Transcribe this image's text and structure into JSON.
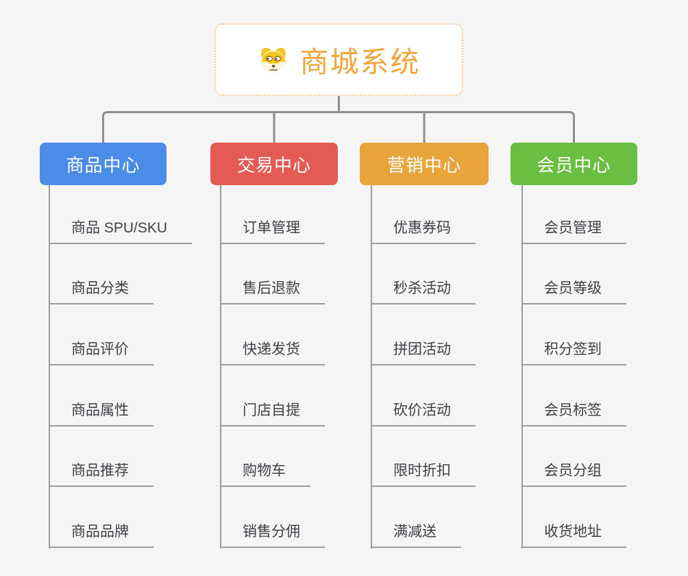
{
  "root": {
    "title": "商城系统",
    "icon": "dog-face-icon"
  },
  "branches": [
    {
      "label": "商品中心",
      "color": "#4a8ce8",
      "items": [
        "商品 SPU/SKU",
        "商品分类",
        "商品评价",
        "商品属性",
        "商品推荐",
        "商品品牌"
      ]
    },
    {
      "label": "交易中心",
      "color": "#e45b55",
      "items": [
        "订单管理",
        "售后退款",
        "快递发货",
        "门店自提",
        "购物车",
        "销售分佣"
      ]
    },
    {
      "label": "营销中心",
      "color": "#e9a43c",
      "items": [
        "优惠券码",
        "秒杀活动",
        "拼团活动",
        "砍价活动",
        "限时折扣",
        "满减送"
      ]
    },
    {
      "label": "会员中心",
      "color": "#6abe41",
      "items": [
        "会员管理",
        "会员等级",
        "积分签到",
        "会员标签",
        "会员分组",
        "收货地址"
      ]
    }
  ],
  "colors": {
    "background": "#f5f5f5",
    "connector_line": "#8d8d8d",
    "node_underline": "#9b9b9b",
    "leaf_text": "#3d4045",
    "root_text": "#f2a43c",
    "root_border": "#f2c389"
  }
}
